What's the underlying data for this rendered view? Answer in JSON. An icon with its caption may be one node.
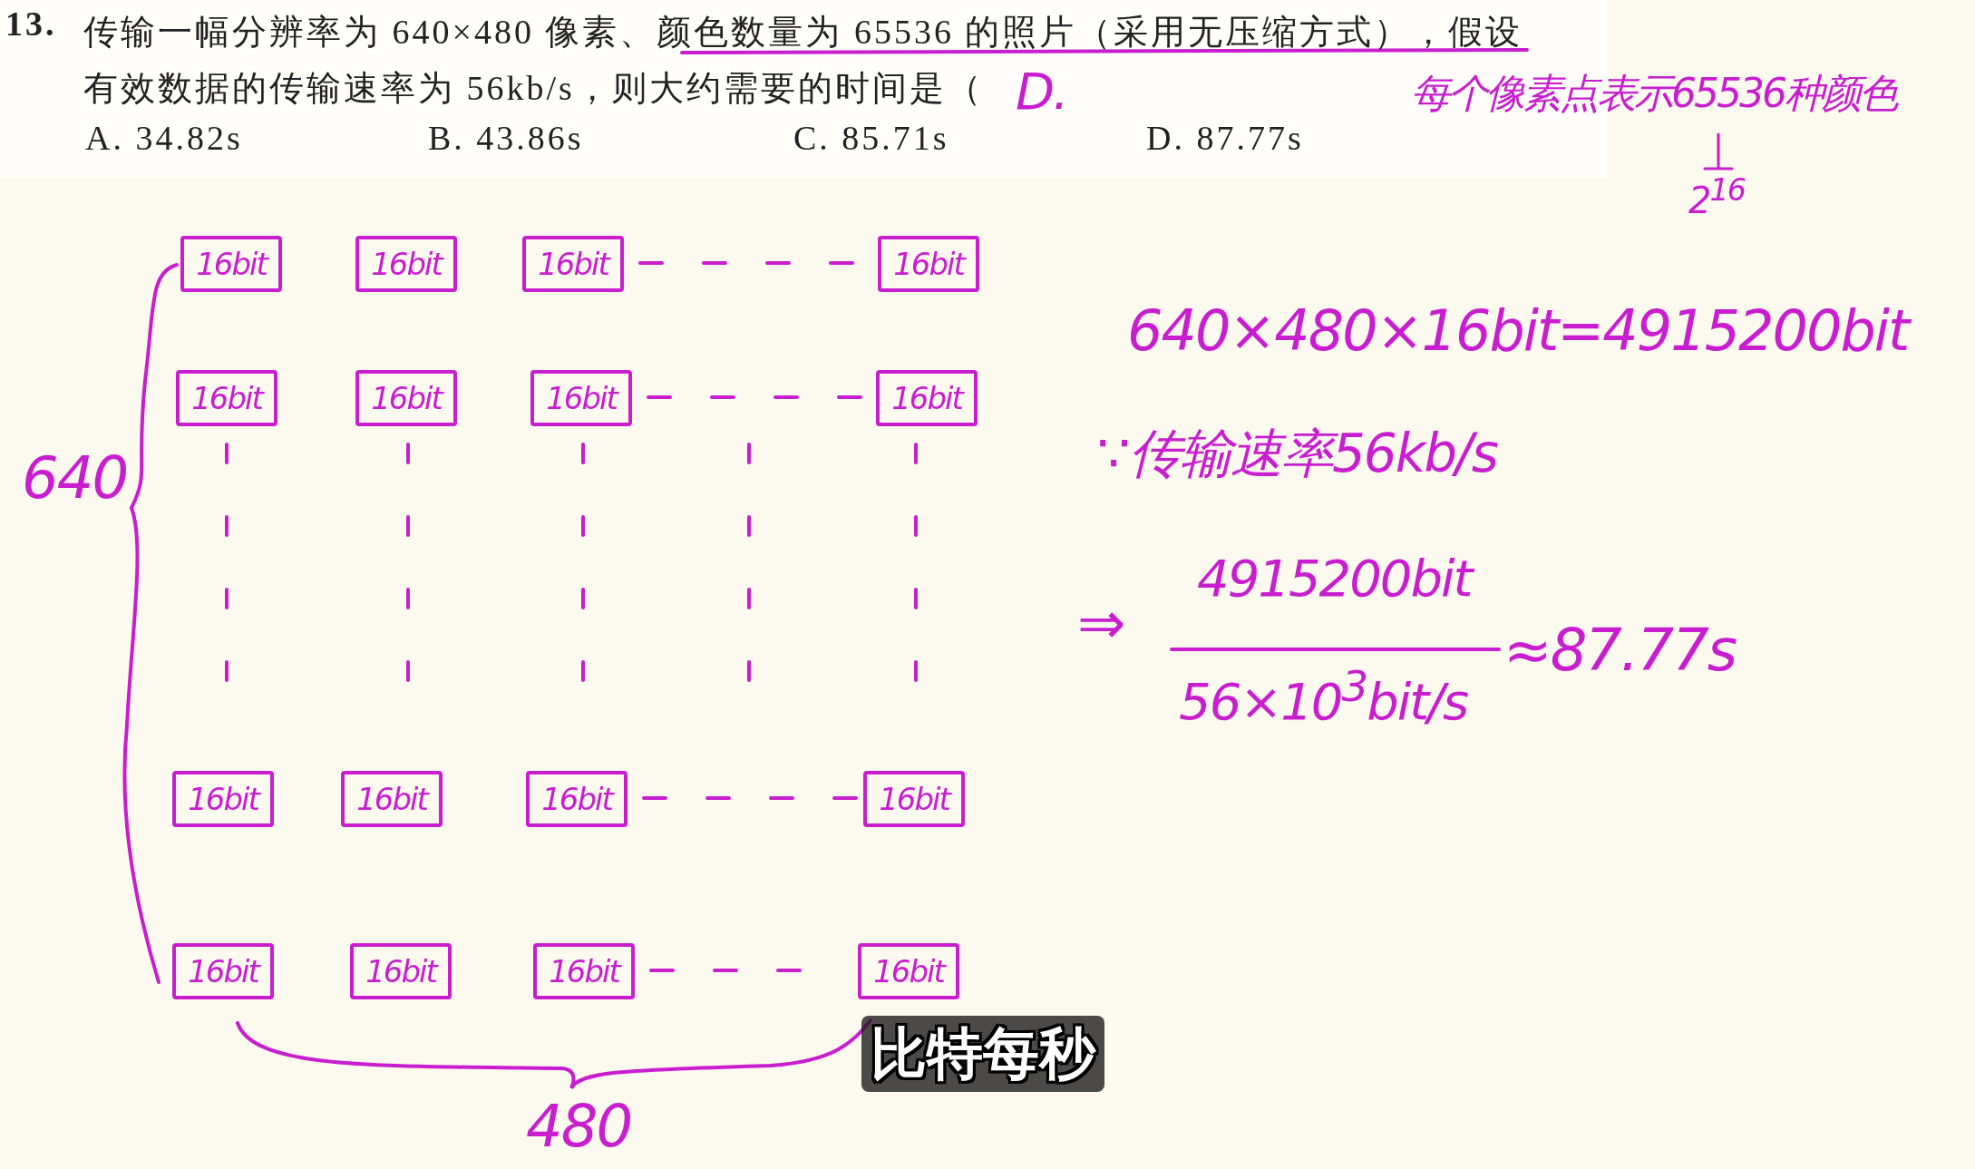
{
  "diagram": {
    "nodes": [
      {
        "text": [
          "16bit"
        ]
      },
      {
        "text": [
          "16bit"
        ]
      },
      {
        "text": [
          "16bit"
        ]
      },
      {
        "text": [
          "16bit"
        ]
      },
      {
        "text": [
          "16bit"
        ]
      },
      {
        "text": [
          "16bit"
        ]
      },
      {
        "text": [
          "16bit"
        ]
      },
      {
        "text": [
          "16bit"
        ]
      },
      {
        "text": [
          "16bit"
        ]
      },
      {
        "text": [
          "16bit"
        ]
      },
      {
        "text": [
          "16bit"
        ]
      },
      {
        "text": [
          "16bit"
        ]
      },
      {
        "text": [
          "16bit"
        ]
      },
      {
        "text": [
          "16bit"
        ]
      },
      {
        "text": [
          "16bit"
        ]
      },
      {
        "text": [
          "16bit"
        ]
      }
    ],
    "labels": [
      "13.",
      "传输一幅分辨率为 640×480 像素、颜色数量为 65536 的照片（采用无压缩方式），假设有效数据的传输速率为 56kb/s，则大约需要的时间是（",
      "D.",
      "A. 34.82s",
      "B. 43.86s",
      "C. 85.71s",
      "D. 87.77s",
      "每个像素点表示65536种颜色",
      "2$^{16}$",
      "640×480×16bit=4915200bit",
      "∵传输速率56kb/s",
      "⇒",
      "4915200bit",
      "56×10$^{3}$bit/s",
      "≈87.77s",
      "640",
      "480",
      "比特每秒"
    ]
  }
}
